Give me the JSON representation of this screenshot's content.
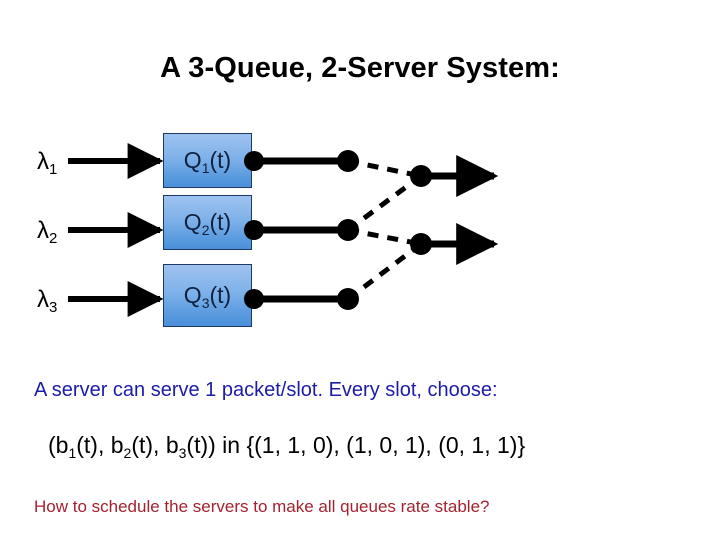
{
  "slide": {
    "title": "A 3-Queue, 2-Server System:",
    "background_color": "#ffffff"
  },
  "diagram": {
    "type": "queueing-network",
    "queue_box_fill_top": "#9fc3ef",
    "queue_box_fill_bottom": "#4a90d9",
    "queue_box_border": "#1f3864",
    "queue_label_color": "#10213f",
    "link_color": "#000000",
    "arrivals": [
      {
        "label": "λ",
        "subscript": "1"
      },
      {
        "label": "λ",
        "subscript": "2"
      },
      {
        "label": "λ",
        "subscript": "3"
      }
    ],
    "queues": [
      {
        "label": "Q",
        "subscript": "1",
        "suffix": "(t)"
      },
      {
        "label": "Q",
        "subscript": "2",
        "suffix": "(t)"
      },
      {
        "label": "Q",
        "subscript": "3",
        "suffix": "(t)"
      }
    ],
    "servers": [
      {
        "name": "server-1"
      },
      {
        "name": "server-2"
      }
    ],
    "connections": [
      {
        "from": "queue-1",
        "to": "server-1",
        "style": "dashed"
      },
      {
        "from": "queue-2",
        "to": "server-1",
        "style": "dashed"
      },
      {
        "from": "queue-2",
        "to": "server-2",
        "style": "dashed"
      },
      {
        "from": "queue-3",
        "to": "server-2",
        "style": "dashed"
      }
    ]
  },
  "body": {
    "server_rule": "A server can serve 1 packet/slot.  Every slot, choose:",
    "server_rule_color": "#1c1ca8",
    "decision_set": {
      "prefix": "(b",
      "s1": "1",
      "mid1": "(t), b",
      "s2": "2",
      "mid2": "(t), b",
      "s3": "3",
      "suffix": "(t))  in  {(1, 1, 0), (1, 0, 1), (0, 1, 1)}"
    },
    "decision_set_color": "#000000",
    "question": "How to schedule the servers to make all queues rate stable?",
    "question_color": "#a52230"
  }
}
